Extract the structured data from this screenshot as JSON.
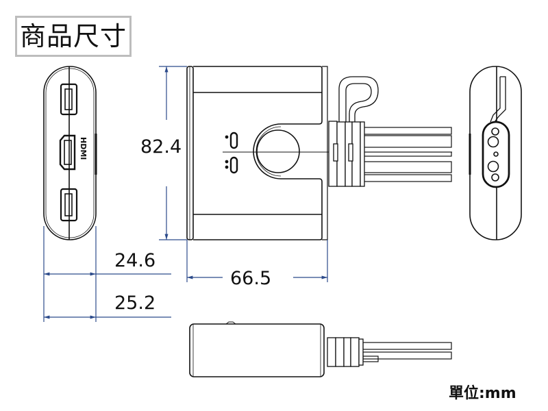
{
  "title": "商品尺寸",
  "dimensions": {
    "height": "82.4",
    "depth_inner": "24.6",
    "width": "66.5",
    "depth_outer": "25.2"
  },
  "unit_label": "單位:mm",
  "port_logo_text": "HDMI",
  "colors": {
    "line": "#111111",
    "dimension_line": "#2b4a8a",
    "title_border": "#bdbdbd"
  }
}
